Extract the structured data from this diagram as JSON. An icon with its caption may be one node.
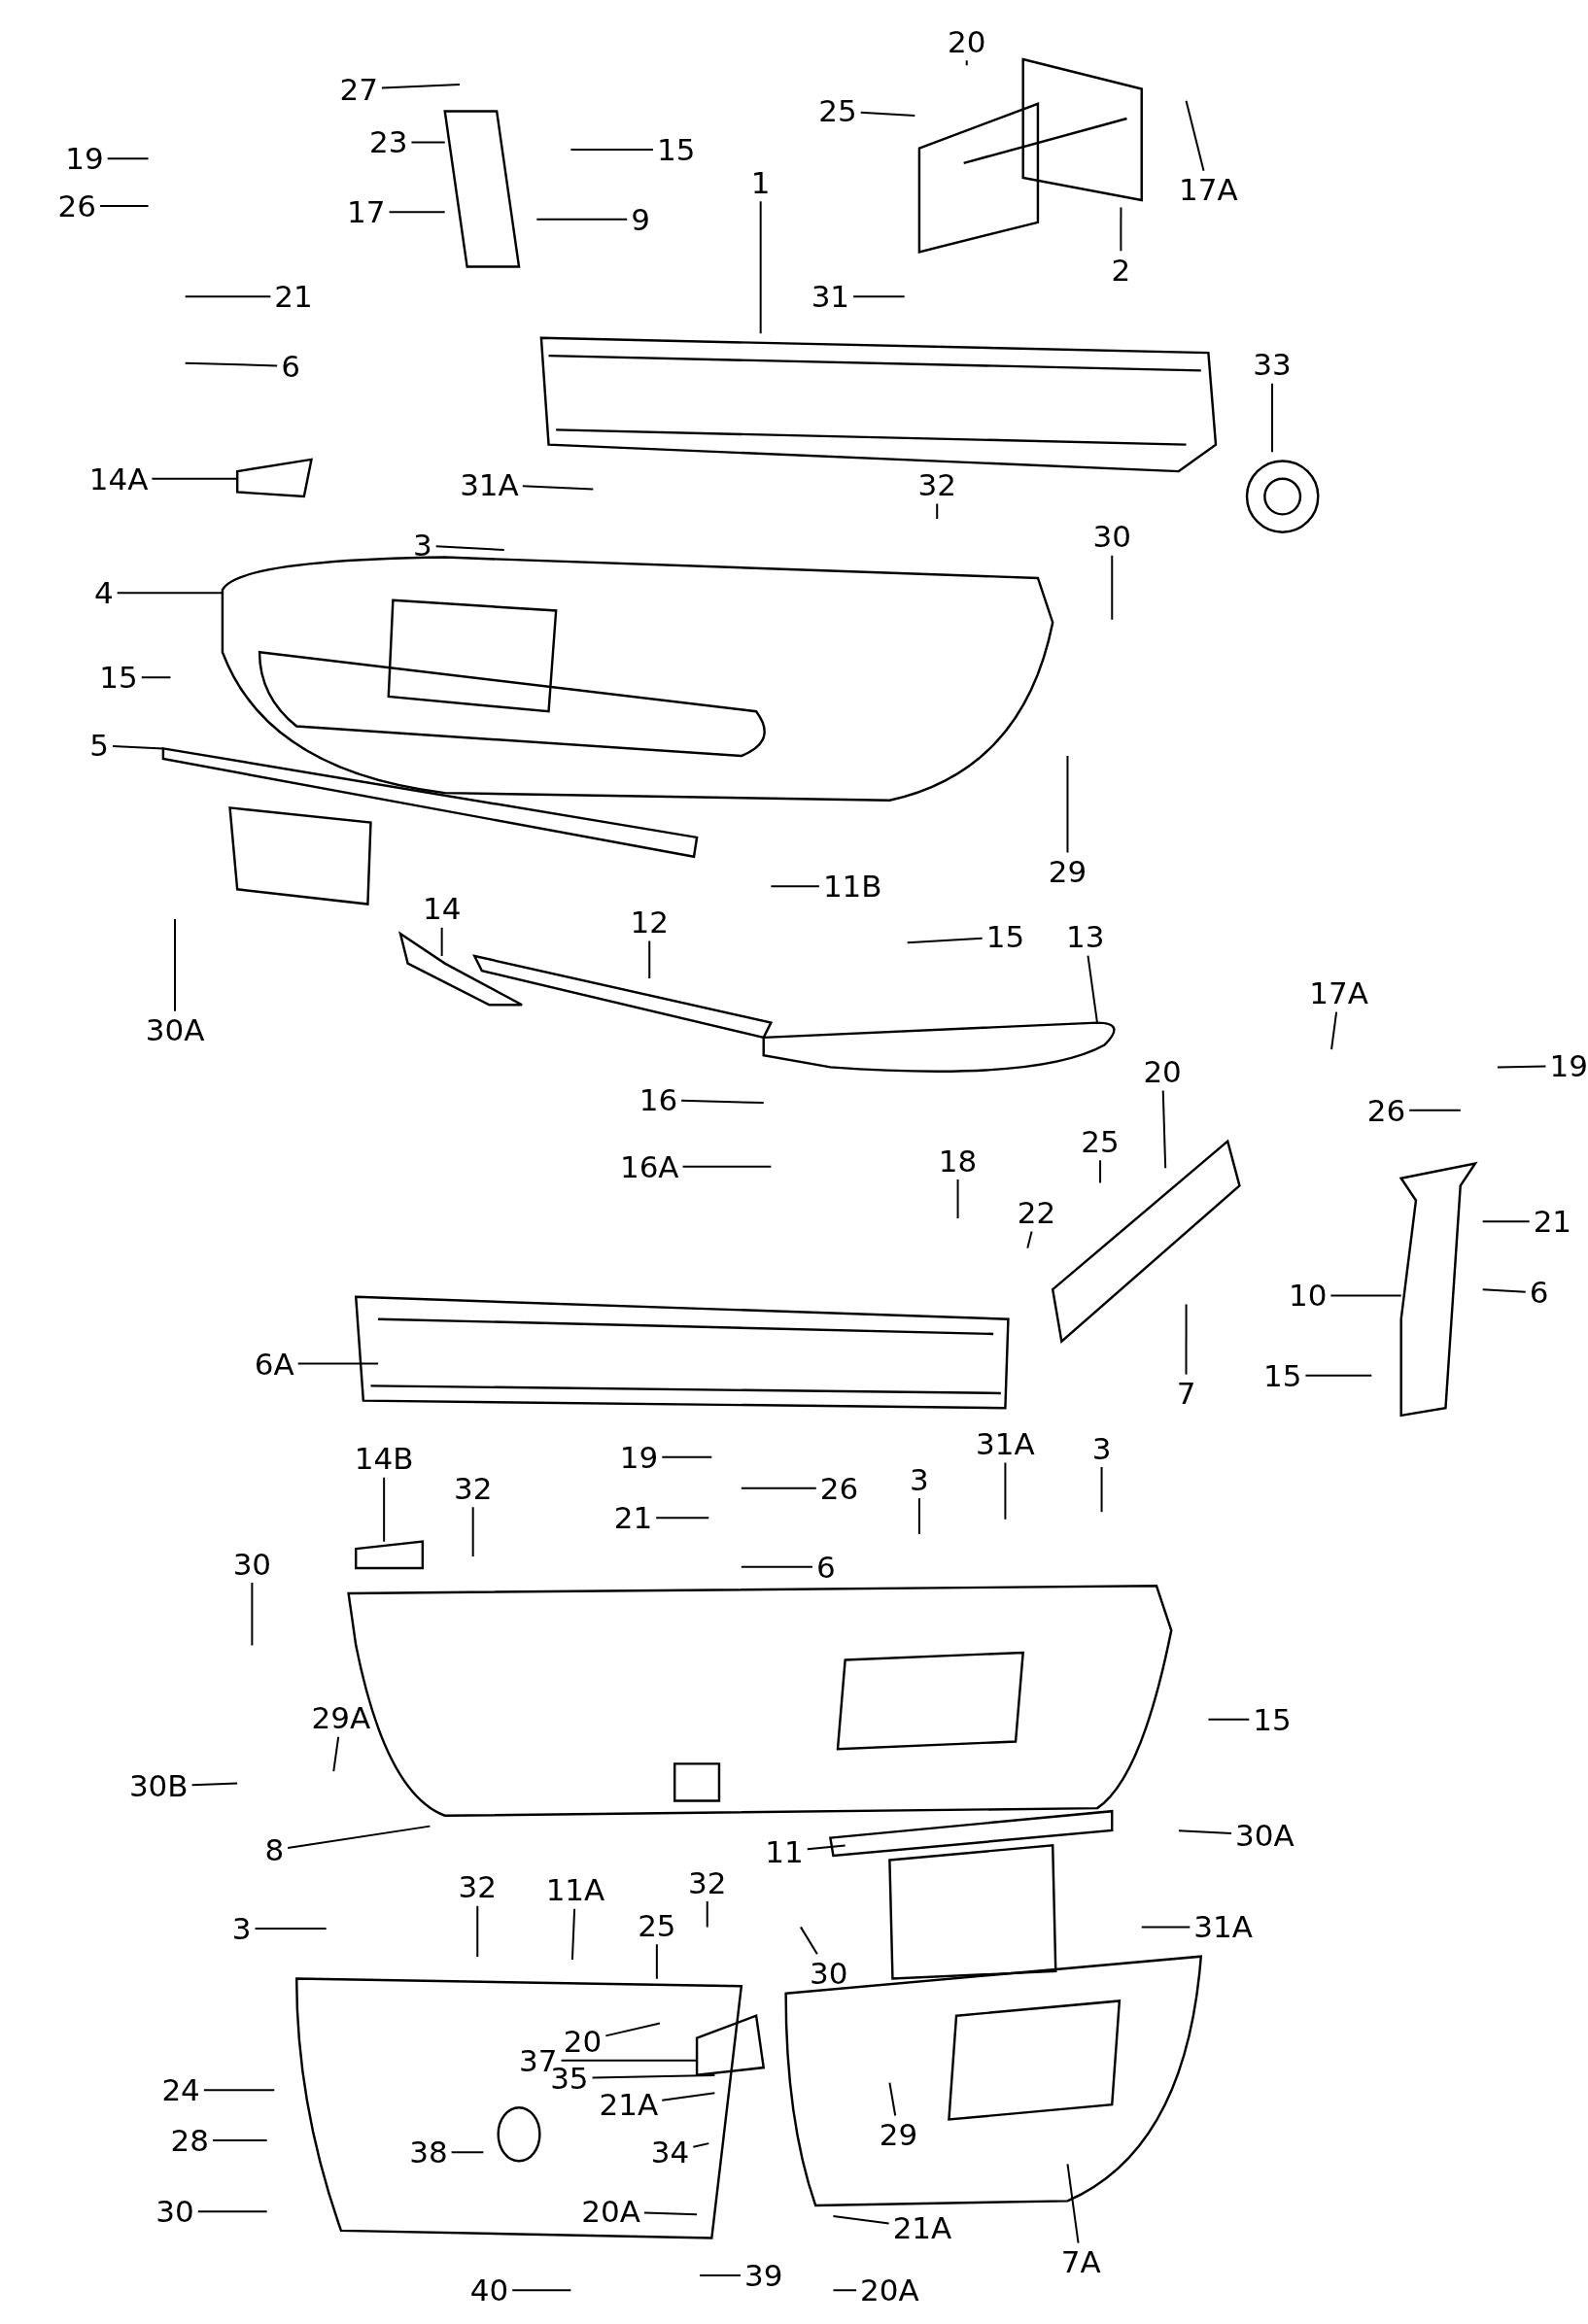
{
  "diagram": {
    "nodes": [
      {
        "text": [
          "20"
        ]
      },
      {
        "text": [
          "27"
        ]
      },
      {
        "text": [
          "25"
        ]
      },
      {
        "text": [
          "17A"
        ]
      },
      {
        "text": [
          "19"
        ]
      },
      {
        "text": [
          "23"
        ]
      },
      {
        "text": [
          "15"
        ]
      },
      {
        "text": [
          "26"
        ]
      },
      {
        "text": [
          "17"
        ]
      },
      {
        "text": [
          "9"
        ]
      },
      {
        "text": [
          "1"
        ]
      },
      {
        "text": [
          "2"
        ]
      },
      {
        "text": [
          "21"
        ]
      },
      {
        "text": [
          "31"
        ]
      },
      {
        "text": [
          "6"
        ]
      },
      {
        "text": [
          "33"
        ]
      },
      {
        "text": [
          "14A"
        ]
      },
      {
        "text": [
          "31A"
        ]
      },
      {
        "text": [
          "32"
        ]
      },
      {
        "text": [
          "3"
        ]
      },
      {
        "text": [
          "30"
        ]
      },
      {
        "text": [
          "4"
        ]
      },
      {
        "text": [
          "15"
        ]
      },
      {
        "text": [
          "5"
        ]
      },
      {
        "text": [
          "29"
        ]
      },
      {
        "text": [
          "11B"
        ]
      },
      {
        "text": [
          "14"
        ]
      },
      {
        "text": [
          "12"
        ]
      },
      {
        "text": [
          "15"
        ]
      },
      {
        "text": [
          "13"
        ]
      },
      {
        "text": [
          "30A"
        ]
      },
      {
        "text": [
          "17A"
        ]
      },
      {
        "text": [
          "19"
        ]
      },
      {
        "text": [
          "20"
        ]
      },
      {
        "text": [
          "16"
        ]
      },
      {
        "text": [
          "26"
        ]
      },
      {
        "text": [
          "25"
        ]
      },
      {
        "text": [
          "16A"
        ]
      },
      {
        "text": [
          "18"
        ]
      },
      {
        "text": [
          "22"
        ]
      },
      {
        "text": [
          "21"
        ]
      },
      {
        "text": [
          "10"
        ]
      },
      {
        "text": [
          "6"
        ]
      },
      {
        "text": [
          "6A"
        ]
      },
      {
        "text": [
          "7"
        ]
      },
      {
        "text": [
          "15"
        ]
      },
      {
        "text": [
          "14B"
        ]
      },
      {
        "text": [
          "31A"
        ]
      },
      {
        "text": [
          "3"
        ]
      },
      {
        "text": [
          "19"
        ]
      },
      {
        "text": [
          "32"
        ]
      },
      {
        "text": [
          "26"
        ]
      },
      {
        "text": [
          "3"
        ]
      },
      {
        "text": [
          "21"
        ]
      },
      {
        "text": [
          "30"
        ]
      },
      {
        "text": [
          "6"
        ]
      },
      {
        "text": [
          "15"
        ]
      },
      {
        "text": [
          "29A"
        ]
      },
      {
        "text": [
          "30B"
        ]
      },
      {
        "text": [
          "8"
        ]
      },
      {
        "text": [
          "11"
        ]
      },
      {
        "text": [
          "30A"
        ]
      },
      {
        "text": [
          "32"
        ]
      },
      {
        "text": [
          "11A"
        ]
      },
      {
        "text": [
          "32"
        ]
      },
      {
        "text": [
          "3"
        ]
      },
      {
        "text": [
          "25"
        ]
      },
      {
        "text": [
          "31A"
        ]
      },
      {
        "text": [
          "30"
        ]
      },
      {
        "text": [
          "20"
        ]
      },
      {
        "text": [
          "37"
        ]
      },
      {
        "text": [
          "35"
        ]
      },
      {
        "text": [
          "24"
        ]
      },
      {
        "text": [
          "21A"
        ]
      },
      {
        "text": [
          "29"
        ]
      },
      {
        "text": [
          "28"
        ]
      },
      {
        "text": [
          "38"
        ]
      },
      {
        "text": [
          "34"
        ]
      },
      {
        "text": [
          "20A"
        ]
      },
      {
        "text": [
          "7A"
        ]
      },
      {
        "text": [
          "30"
        ]
      },
      {
        "text": [
          "21A"
        ]
      },
      {
        "text": [
          "39"
        ]
      },
      {
        "text": [
          "40"
        ]
      },
      {
        "text": [
          "20A"
        ]
      }
    ],
    "edges": [
      {
        "from": 0,
        "to": null,
        "arrow": "none"
      },
      {
        "from": 1,
        "to": null,
        "arrow": "none"
      },
      {
        "from": 2,
        "to": null,
        "arrow": "none"
      },
      {
        "from": 3,
        "to": null,
        "arrow": "none"
      },
      {
        "from": 4,
        "to": null,
        "arrow": "none"
      },
      {
        "from": 5,
        "to": null,
        "arrow": "none"
      },
      {
        "from": 6,
        "to": null,
        "arrow": "none"
      },
      {
        "from": 7,
        "to": null,
        "arrow": "none"
      },
      {
        "from": 8,
        "to": null,
        "arrow": "none"
      },
      {
        "from": 9,
        "to": null,
        "arrow": "none"
      },
      {
        "from": 10,
        "to": null,
        "arrow": "none"
      },
      {
        "from": 11,
        "to": null,
        "arrow": "none"
      },
      {
        "from": 12,
        "to": null,
        "arrow": "none"
      },
      {
        "from": 13,
        "to": null,
        "arrow": "none"
      },
      {
        "from": 14,
        "to": null,
        "arrow": "none"
      },
      {
        "from": 15,
        "to": null,
        "arrow": "none"
      },
      {
        "from": 16,
        "to": null,
        "arrow": "none"
      },
      {
        "from": 17,
        "to": null,
        "arrow": "none"
      },
      {
        "from": 18,
        "to": null,
        "arrow": "none"
      },
      {
        "from": 19,
        "to": null,
        "arrow": "none"
      },
      {
        "from": 20,
        "to": null,
        "arrow": "none"
      },
      {
        "from": 21,
        "to": null,
        "arrow": "none"
      },
      {
        "from": 22,
        "to": null,
        "arrow": "none"
      },
      {
        "from": 23,
        "to": null,
        "arrow": "none"
      },
      {
        "from": 24,
        "to": null,
        "arrow": "none"
      },
      {
        "from": 25,
        "to": null,
        "arrow": "none"
      },
      {
        "from": 26,
        "to": null,
        "arrow": "none"
      },
      {
        "from": 27,
        "to": null,
        "arrow": "none"
      },
      {
        "from": 28,
        "to": null,
        "arrow": "none"
      },
      {
        "from": 29,
        "to": null,
        "arrow": "none"
      },
      {
        "from": 30,
        "to": null,
        "arrow": "none"
      },
      {
        "from": 31,
        "to": null,
        "arrow": "none"
      },
      {
        "from": 32,
        "to": null,
        "arrow": "none"
      },
      {
        "from": 33,
        "to": null,
        "arrow": "none"
      },
      {
        "from": 34,
        "to": null,
        "arrow": "none"
      },
      {
        "from": 35,
        "to": null,
        "arrow": "none"
      },
      {
        "from": 36,
        "to": null,
        "arrow": "none"
      },
      {
        "from": 37,
        "to": null,
        "arrow": "none"
      },
      {
        "from": 38,
        "to": null,
        "arrow": "none"
      },
      {
        "from": 39,
        "to": null,
        "arrow": "none"
      },
      {
        "from": 40,
        "to": null,
        "arrow": "none"
      },
      {
        "from": 41,
        "to": null,
        "arrow": "none"
      },
      {
        "from": 42,
        "to": null,
        "arrow": "none"
      },
      {
        "from": 43,
        "to": null,
        "arrow": "none"
      },
      {
        "from": 44,
        "to": null,
        "arrow": "none"
      },
      {
        "from": 45,
        "to": null,
        "arrow": "none"
      },
      {
        "from": 46,
        "to": null,
        "arrow": "none"
      },
      {
        "from": 47,
        "to": null,
        "arrow": "none"
      },
      {
        "from": 48,
        "to": null,
        "arrow": "none"
      },
      {
        "from": 49,
        "to": null,
        "arrow": "none"
      },
      {
        "from": 50,
        "to": null,
        "arrow": "none"
      },
      {
        "from": 51,
        "to": null,
        "arrow": "none"
      },
      {
        "from": 52,
        "to": null,
        "arrow": "none"
      },
      {
        "from": 53,
        "to": null,
        "arrow": "none"
      },
      {
        "from": 54,
        "to": null,
        "arrow": "none"
      },
      {
        "from": 55,
        "to": null,
        "arrow": "none"
      },
      {
        "from": 56,
        "to": null,
        "arrow": "none"
      },
      {
        "from": 57,
        "to": null,
        "arrow": "none"
      },
      {
        "from": 58,
        "to": null,
        "arrow": "none"
      },
      {
        "from": 59,
        "to": null,
        "arrow": "none"
      },
      {
        "from": 60,
        "to": null,
        "arrow": "none"
      },
      {
        "from": 61,
        "to": null,
        "arrow": "none"
      },
      {
        "from": 62,
        "to": null,
        "arrow": "none"
      },
      {
        "from": 63,
        "to": null,
        "arrow": "none"
      },
      {
        "from": 64,
        "to": null,
        "arrow": "none"
      },
      {
        "from": 65,
        "to": null,
        "arrow": "none"
      },
      {
        "from": 66,
        "to": null,
        "arrow": "none"
      },
      {
        "from": 67,
        "to": null,
        "arrow": "none"
      },
      {
        "from": 68,
        "to": null,
        "arrow": "none"
      },
      {
        "from": 69,
        "to": null,
        "arrow": "none"
      },
      {
        "from": 70,
        "to": null,
        "arrow": "none"
      },
      {
        "from": 71,
        "to": null,
        "arrow": "none"
      },
      {
        "from": 72,
        "to": null,
        "arrow": "none"
      },
      {
        "from": 73,
        "to": null,
        "arrow": "none"
      },
      {
        "from": 74,
        "to": null,
        "arrow": "none"
      },
      {
        "from": 75,
        "to": null,
        "arrow": "none"
      },
      {
        "from": 76,
        "to": null,
        "arrow": "none"
      },
      {
        "from": 77,
        "to": null,
        "arrow": "none"
      },
      {
        "from": 78,
        "to": null,
        "arrow": "none"
      },
      {
        "from": 79,
        "to": null,
        "arrow": "none"
      },
      {
        "from": 80,
        "to": null,
        "arrow": "none"
      },
      {
        "from": 81,
        "to": null,
        "arrow": "none"
      },
      {
        "from": 82,
        "to": null,
        "arrow": "none"
      },
      {
        "from": 83,
        "to": null,
        "arrow": "none"
      },
      {
        "from": 84,
        "to": null,
        "arrow": "none"
      }
    ]
  }
}
